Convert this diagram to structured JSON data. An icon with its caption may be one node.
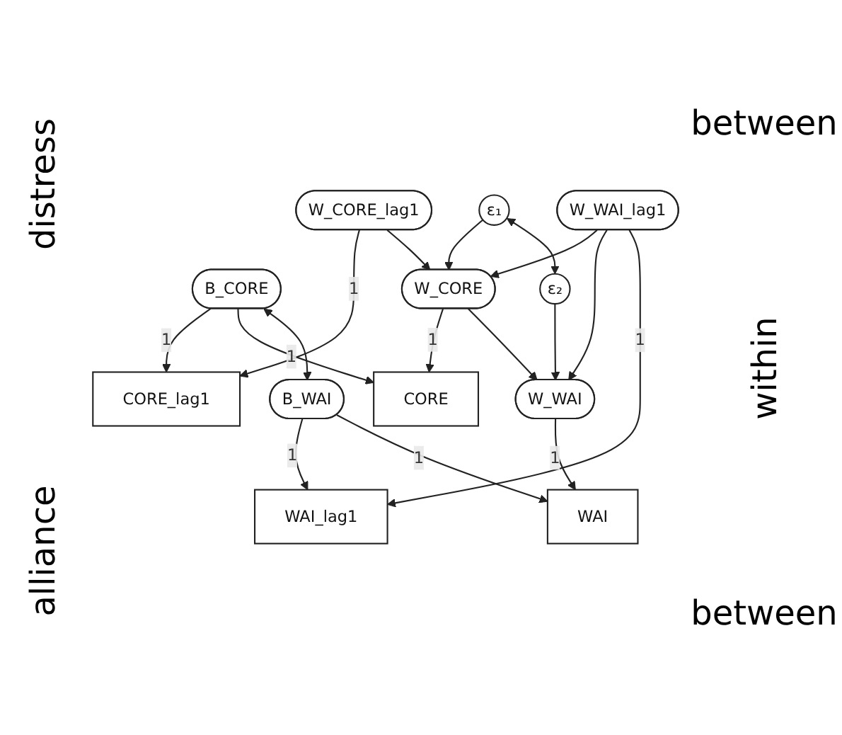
{
  "diagram": {
    "nodes": [
      {
        "text": [
          "B_CORE"
        ]
      },
      {
        "text": [
          "CORE_lag1"
        ]
      },
      {
        "text": [
          "CORE"
        ]
      },
      {
        "text": [
          "W_CORE_lag1"
        ]
      },
      {
        "text": [
          "W_CORE"
        ]
      },
      {
        "text": [
          "ε₁"
        ]
      },
      {
        "text": [
          "W_WAI_lag1"
        ]
      },
      {
        "text": [
          "W_WAI"
        ]
      },
      {
        "text": [
          "ε₂"
        ]
      },
      {
        "text": [
          "WAI_lag1"
        ]
      },
      {
        "text": [
          "WAI"
        ]
      },
      {
        "text": [
          "B_WAI"
        ]
      }
    ],
    "edges": [
      {
        "from": 0,
        "to": 1,
        "arrow": "to",
        "label": "1"
      },
      {
        "from": 0,
        "to": 2,
        "arrow": "to",
        "label": "1"
      },
      {
        "from": 3,
        "to": 1,
        "arrow": "to",
        "label": "1"
      },
      {
        "from": 4,
        "to": 2,
        "arrow": "to",
        "label": "1"
      },
      {
        "from": 3,
        "to": 4,
        "arrow": "to"
      },
      {
        "from": 5,
        "to": 4,
        "arrow": "to"
      },
      {
        "from": 6,
        "to": 4,
        "arrow": "to"
      },
      {
        "from": 4,
        "to": 7,
        "arrow": "to"
      },
      {
        "from": 6,
        "to": 7,
        "arrow": "to"
      },
      {
        "from": 8,
        "to": 7,
        "arrow": "to"
      },
      {
        "from": 5,
        "to": 8,
        "arrow": "both"
      },
      {
        "from": 6,
        "to": 9,
        "arrow": "to",
        "label": "1"
      },
      {
        "from": 7,
        "to": 10,
        "arrow": "to",
        "label": "1"
      },
      {
        "from": 11,
        "to": 9,
        "arrow": "to",
        "label": "1"
      },
      {
        "from": 11,
        "to": 10,
        "arrow": "to",
        "label": "1"
      },
      {
        "from": 0,
        "to": 11,
        "arrow": "both"
      }
    ],
    "labels": [
      "distress",
      "between",
      "within",
      "alliance",
      "between"
    ]
  }
}
